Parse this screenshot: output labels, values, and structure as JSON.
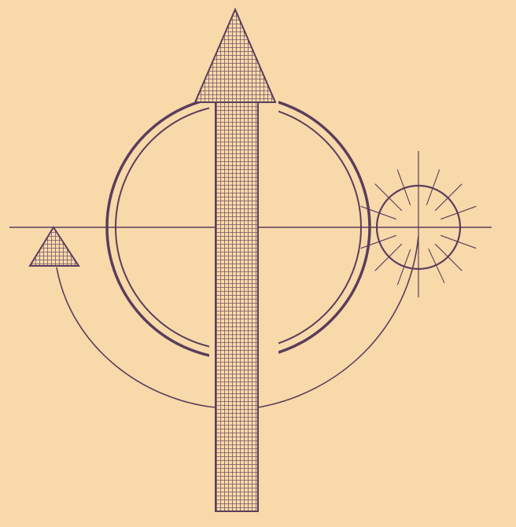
{
  "diagram": {
    "colors": {
      "background": "#f8d9aa",
      "ink": "#5a3d5c"
    },
    "elements": [
      "horizontal-axis-line",
      "outer-ring",
      "inner-ring",
      "vertical-hatched-arrow",
      "radiating-sun-circle",
      "curved-return-arrow",
      "hatched-triangle-arrowhead"
    ]
  }
}
